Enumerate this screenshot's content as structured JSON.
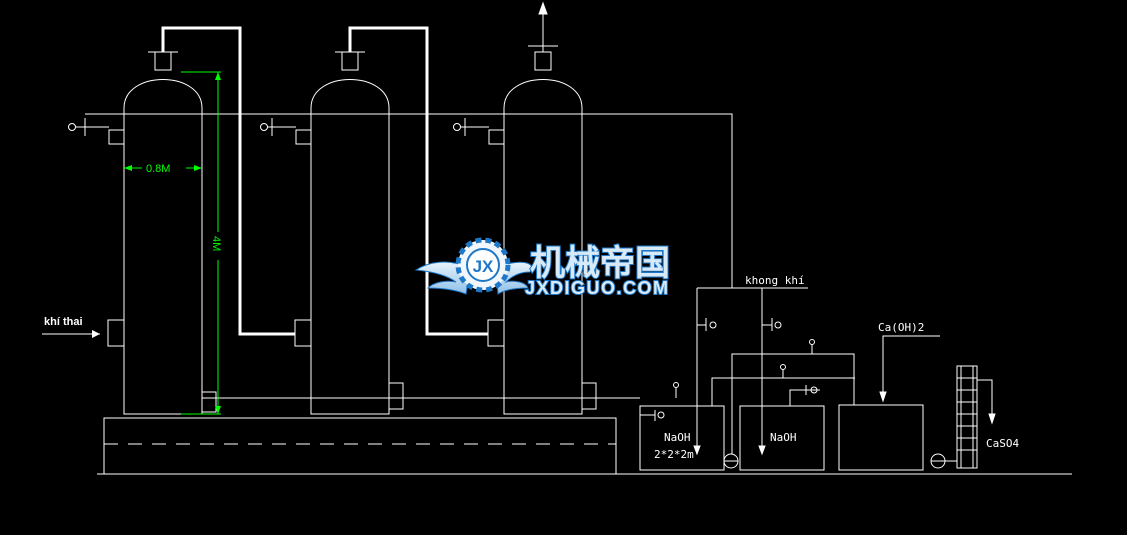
{
  "labels": {
    "inlet": "khí thai",
    "dim_width": "0.8M",
    "dim_height": "4M",
    "air": "khong khí",
    "reagent_caoh": "Ca(OH)2",
    "tank1_reagent": "NaOH",
    "tank1_size": "2*2*2m",
    "tank2_reagent": "NaOH",
    "product": "CaSO4"
  },
  "watermark": {
    "title": "机械帝国",
    "url": "JXDIGUO.COM",
    "emblem_text": "JX"
  },
  "colors": {
    "background": "#000000",
    "line": "#ffffff",
    "dimension": "#00ff00",
    "watermark_blue": "#1e78c8",
    "watermark_light": "#d8eaf8"
  }
}
